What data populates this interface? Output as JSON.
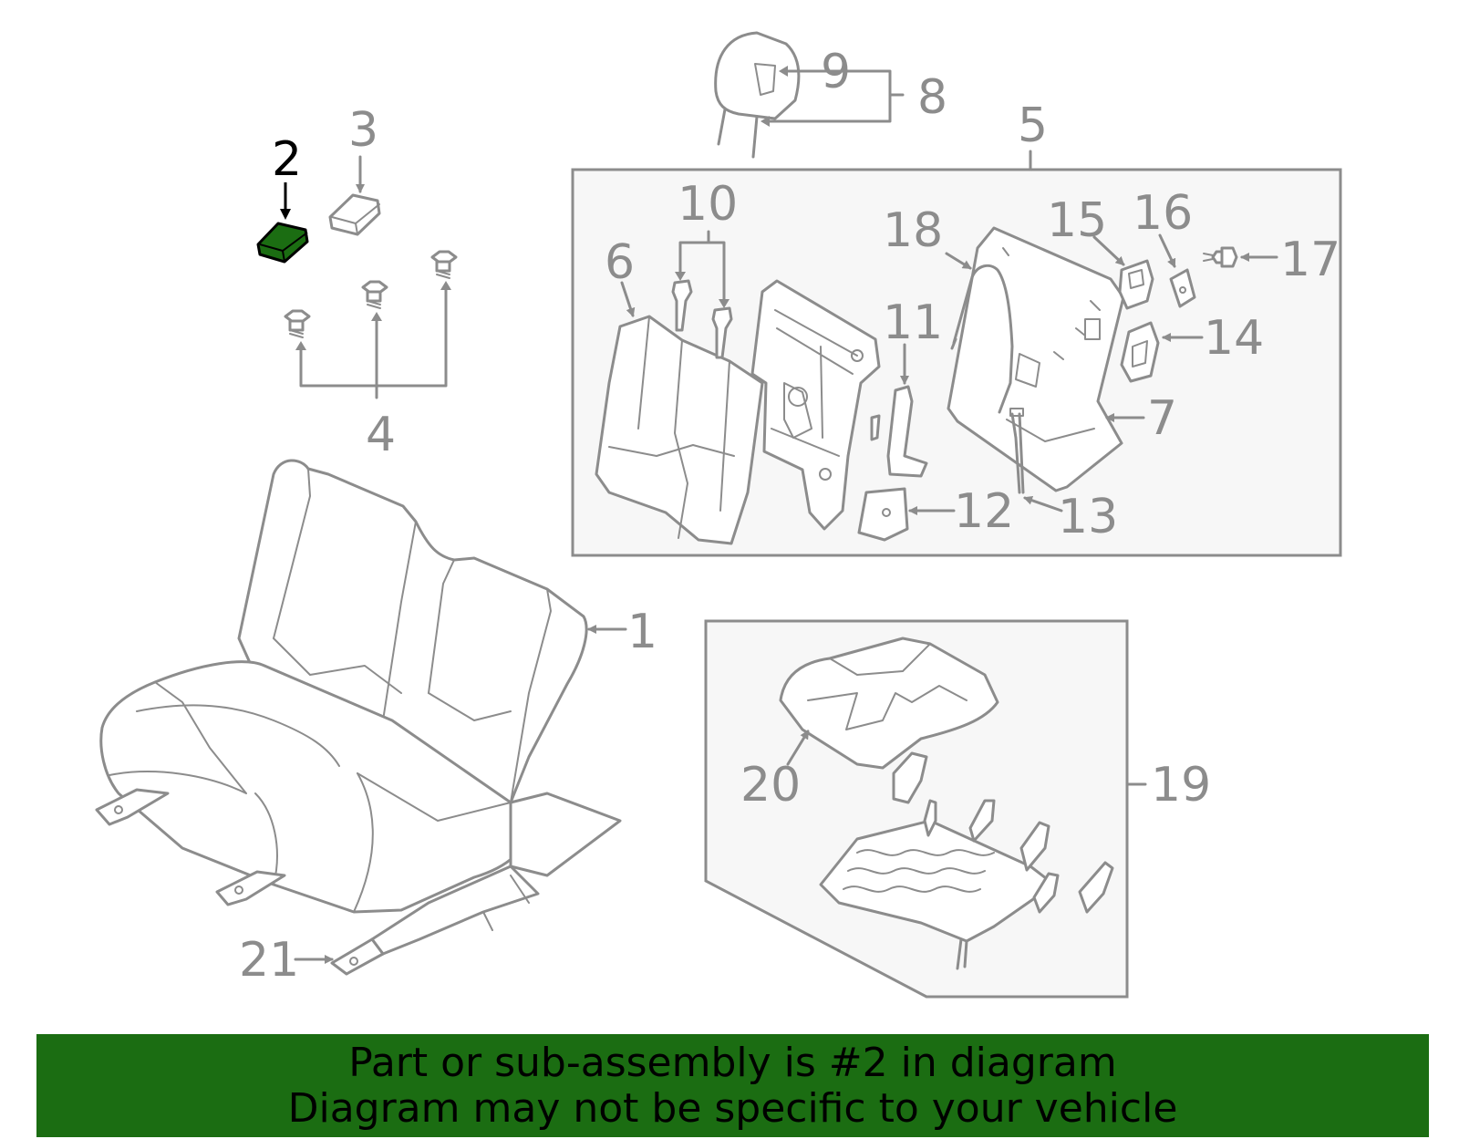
{
  "colors": {
    "highlight": "#1b6d12",
    "line": "#8c8c8c",
    "callout_highlight": "#000000"
  },
  "highlighted_part": "2",
  "callouts": {
    "c1": "1",
    "c2": "2",
    "c3": "3",
    "c4": "4",
    "c5": "5",
    "c6": "6",
    "c7": "7",
    "c8": "8",
    "c9": "9",
    "c10": "10",
    "c11": "11",
    "c12": "12",
    "c13": "13",
    "c14": "14",
    "c15": "15",
    "c16": "16",
    "c17": "17",
    "c18": "18",
    "c19": "19",
    "c20": "20",
    "c21": "21"
  },
  "banner": {
    "line1": "Part or sub-assembly is #2 in diagram",
    "line2": "Diagram may not be specific to your vehicle"
  }
}
